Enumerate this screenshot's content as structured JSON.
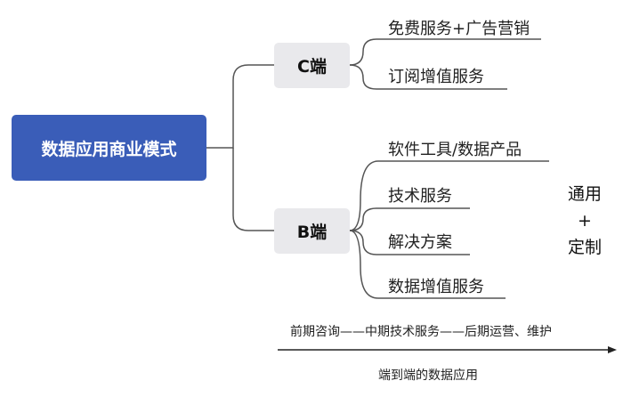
{
  "root": {
    "label": "数据应用商业模式"
  },
  "branches": [
    {
      "label": "C端",
      "leaves": [
        "免费服务+广告营销",
        "订阅增值服务"
      ]
    },
    {
      "label": "B端",
      "leaves": [
        "软件工具/数据产品",
        "技术服务",
        "解决方案",
        "数据增值服务"
      ]
    }
  ],
  "side_note": {
    "line1": "通用",
    "line2": "+",
    "line3": "定制"
  },
  "timeline": {
    "label": "前期咨询——中期技术服务——后期运营、维护"
  },
  "caption": {
    "label": "端到端的数据应用"
  }
}
